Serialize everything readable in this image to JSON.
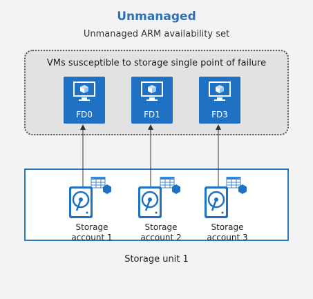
{
  "diagram": {
    "title": "Unmanaged",
    "subtitle": "Unmanaged ARM availability set",
    "vm_group_label": "VMs susceptible to storage single point of failure",
    "vms": [
      {
        "label": "FD0"
      },
      {
        "label": "FD1"
      },
      {
        "label": "FD3"
      }
    ],
    "storage_accounts": [
      {
        "line1": "Storage",
        "line2": "account 1"
      },
      {
        "line1": "Storage",
        "line2": "account 2"
      },
      {
        "line1": "Storage",
        "line2": "account 3"
      }
    ],
    "storage_unit_label": "Storage unit 1"
  },
  "colors": {
    "title": "#2f6fb5",
    "vm_tile": "#1f72c3",
    "storage_border": "#2a79c9",
    "group_fill": "#e2e2e2"
  },
  "icons": [
    "monitor-cube-icon",
    "hard-drive-icon",
    "table-grid-icon",
    "hexagon-icon"
  ]
}
